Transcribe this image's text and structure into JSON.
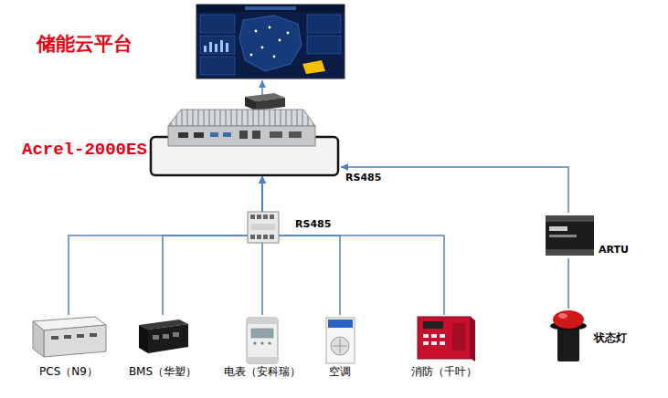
{
  "diagram": {
    "nodes": [
      {
        "text": [
          "储能云平台"
        ]
      },
      {
        "text": [
          "Acrel-2000ES"
        ]
      },
      {
        "text": [
          "PCS（N9）"
        ]
      },
      {
        "text": [
          "BMS（华塑）"
        ]
      },
      {
        "text": [
          "电表（安科瑞）"
        ]
      },
      {
        "text": [
          "空调"
        ]
      },
      {
        "text": [
          "消防（千叶）"
        ]
      },
      {
        "text": [
          "ARTU"
        ]
      },
      {
        "text": [
          "状态灯"
        ]
      }
    ],
    "edges": [
      {
        "from": 1,
        "to": 0,
        "arrow": "to"
      },
      {
        "from": 2,
        "to": 1,
        "arrow": "to"
      },
      {
        "from": 3,
        "to": 1,
        "arrow": "to"
      },
      {
        "from": 4,
        "to": 1,
        "arrow": "to"
      },
      {
        "from": 5,
        "to": 1,
        "arrow": "to"
      },
      {
        "from": 6,
        "to": 1,
        "arrow": "to"
      },
      {
        "from": 7,
        "to": 1,
        "arrow": "to"
      },
      {
        "from": 7,
        "to": 8,
        "arrow": "none"
      }
    ],
    "labels": [
      "RS485",
      "RS485"
    ]
  }
}
